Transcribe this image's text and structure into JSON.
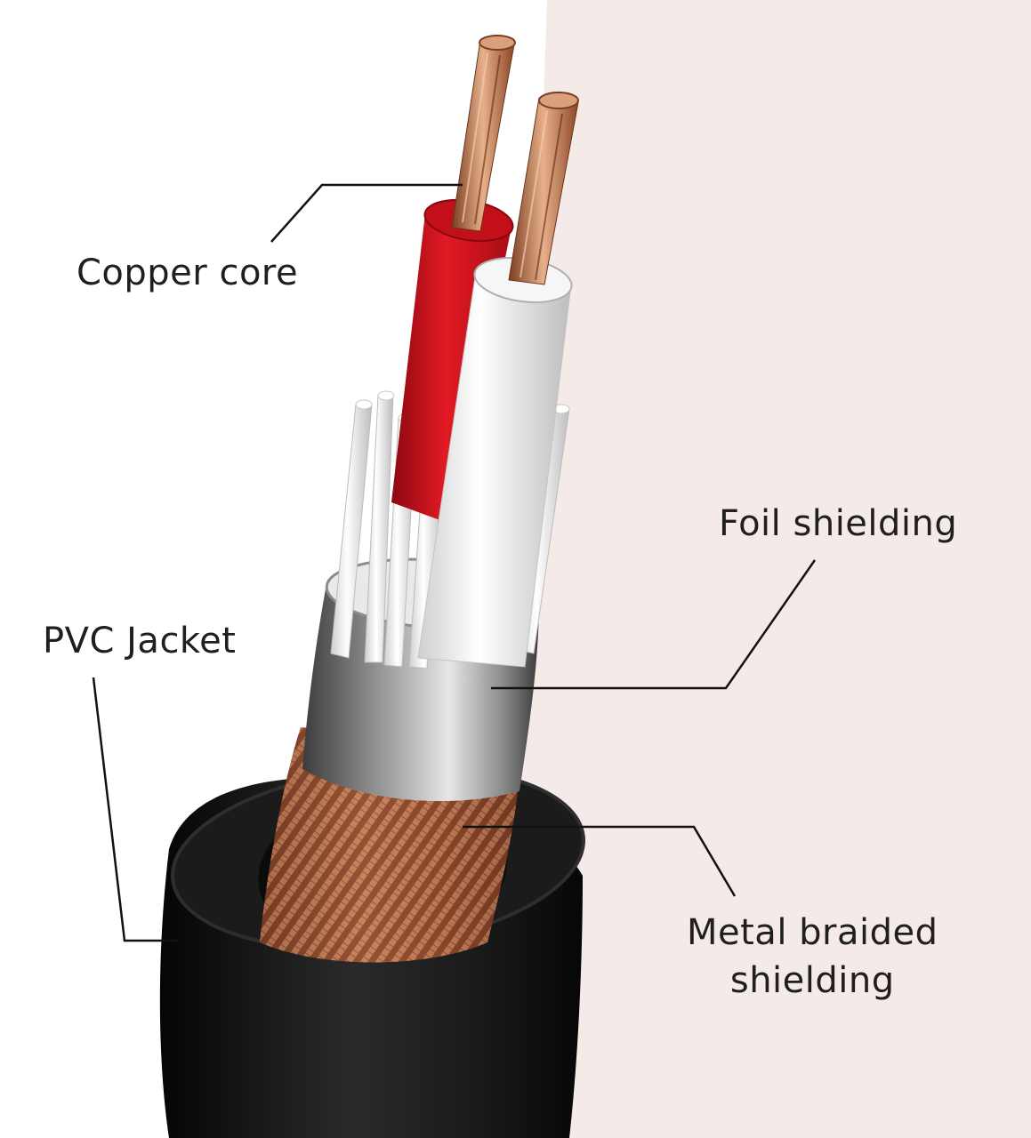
{
  "colors": {
    "background_left": "#ffffff",
    "background_right": "#f4ebe8",
    "red_insulation": "#d0101c",
    "white_insulation": "#f2f2f2",
    "copper": "#b86a44",
    "foil": "#9c9c9c",
    "jacket": "#151515"
  },
  "labels": {
    "copper_core": "Copper core",
    "foil_shielding": "Foil shielding",
    "pvc_jacket": "PVC Jacket",
    "metal_braided_line1": "Metal braided",
    "metal_braided_line2": "shielding"
  }
}
